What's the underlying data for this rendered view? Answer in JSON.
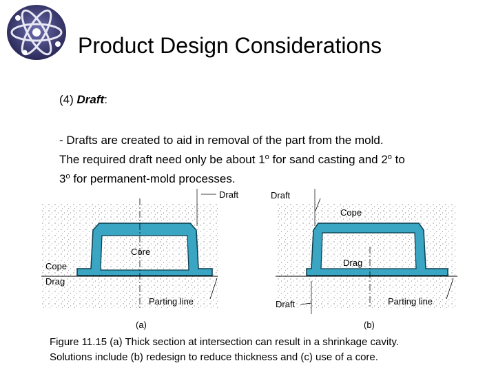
{
  "slide": {
    "title": "Product Design Considerations",
    "section_prefix": "(4)",
    "section_name": "Draft",
    "section_suffix": ":",
    "para_line1": "- Drafts are created to aid in removal of the part from the mold.",
    "para_line2_pre": "The required draft need only be about 1",
    "para_line2_mid": " for sand casting and 2",
    "para_line2_post": " to",
    "para_line3_pre": "3",
    "para_line3_post": " for permanent-mold processes.",
    "degree_symbol": "o"
  },
  "figure": {
    "a": {
      "draft": "Draft",
      "core": "Core",
      "cope": "Cope",
      "drag": "Drag",
      "parting_line": "Parting line",
      "caption_label": "(a)"
    },
    "b": {
      "draft_top": "Draft",
      "cope": "Cope",
      "drag": "Drag",
      "draft_bottom": "Draft",
      "parting_line": "Parting line",
      "caption_label": "(b)"
    },
    "caption_line1": "Figure 11.15 (a) Thick section at intersection can result in a shrinkage cavity.",
    "caption_line2": "Solutions include (b) redesign to reduce thickness and (c) use of a core."
  },
  "colors": {
    "part_fill": "#3aa6c4",
    "part_stroke": "#0b3c4a",
    "sand_dots": "#8a8a8a",
    "logo_bg": "#2d2c6a"
  }
}
